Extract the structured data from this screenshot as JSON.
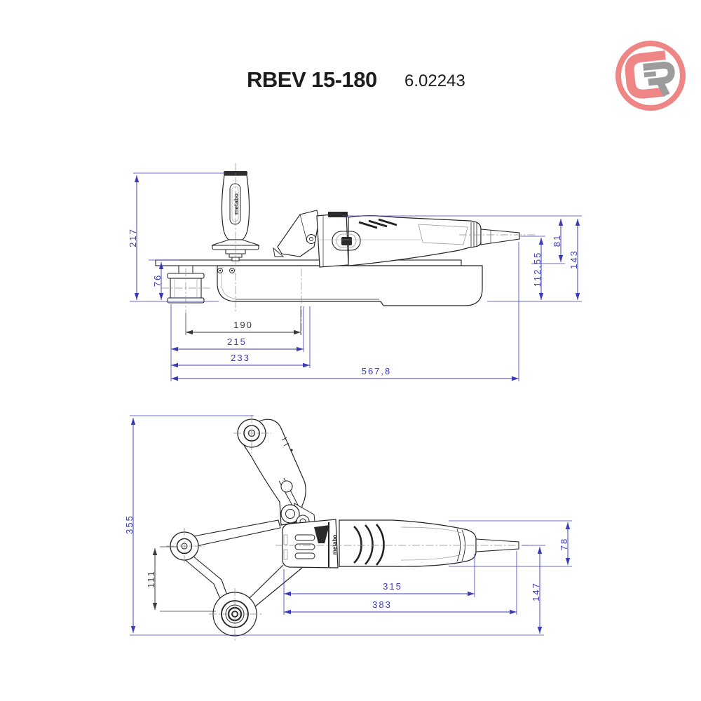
{
  "header": {
    "model": "RBEV 15-180",
    "article_number": "6.02243"
  },
  "logo": {
    "name": "CR circle logo",
    "ring_color": "#ef8686",
    "c_color": "#ef8686",
    "r_color": "#9c9c9c"
  },
  "drawing": {
    "brand_label": "metabo",
    "colors": {
      "dimension_blue": "#3c3cb8",
      "dimension_black": "#3a3a3a",
      "line_art": "#232323"
    },
    "side_view": {
      "title": "side view",
      "dims": {
        "overall_height": "217",
        "roller_height": "76",
        "roller_to_center": "190",
        "base_len_215": "215",
        "base_len_233": "233",
        "overall_length": "567,8",
        "axis_height": "112,55",
        "motor_top_to_base": "81",
        "motor_height": "143"
      }
    },
    "front_view": {
      "title": "front view",
      "dims": {
        "overall_height": "355",
        "roller_offset": "111",
        "motor_length": "315",
        "body_length": "383",
        "axis_to_bottom": "147",
        "motor_diameter": "78"
      }
    }
  }
}
